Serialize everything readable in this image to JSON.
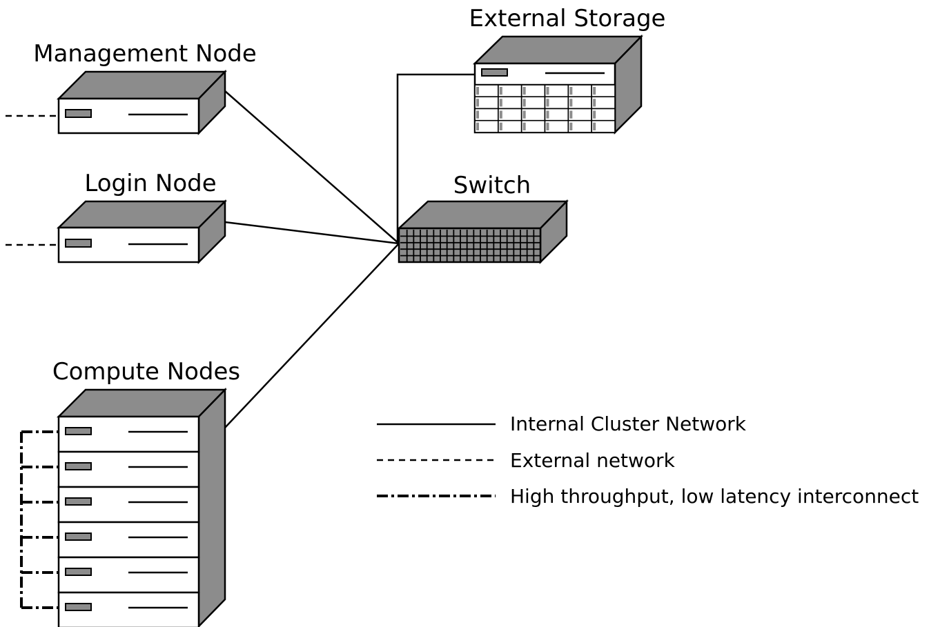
{
  "nodes": {
    "management": "Management Node",
    "login": "Login Node",
    "compute": "Compute Nodes",
    "storage": "External Storage",
    "switch": "Switch"
  },
  "legend": {
    "internal": "Internal Cluster Network",
    "external": "External network",
    "interconnect": "High throughput, low latency interconnect"
  },
  "colors": {
    "device_top_side": "#8c8c8c",
    "device_face": "#ffffff",
    "status_light": "#8c8c8c",
    "line": "#000000"
  },
  "compute_unit_count": 6,
  "storage_grid": {
    "columns": 6,
    "rows": 4
  }
}
